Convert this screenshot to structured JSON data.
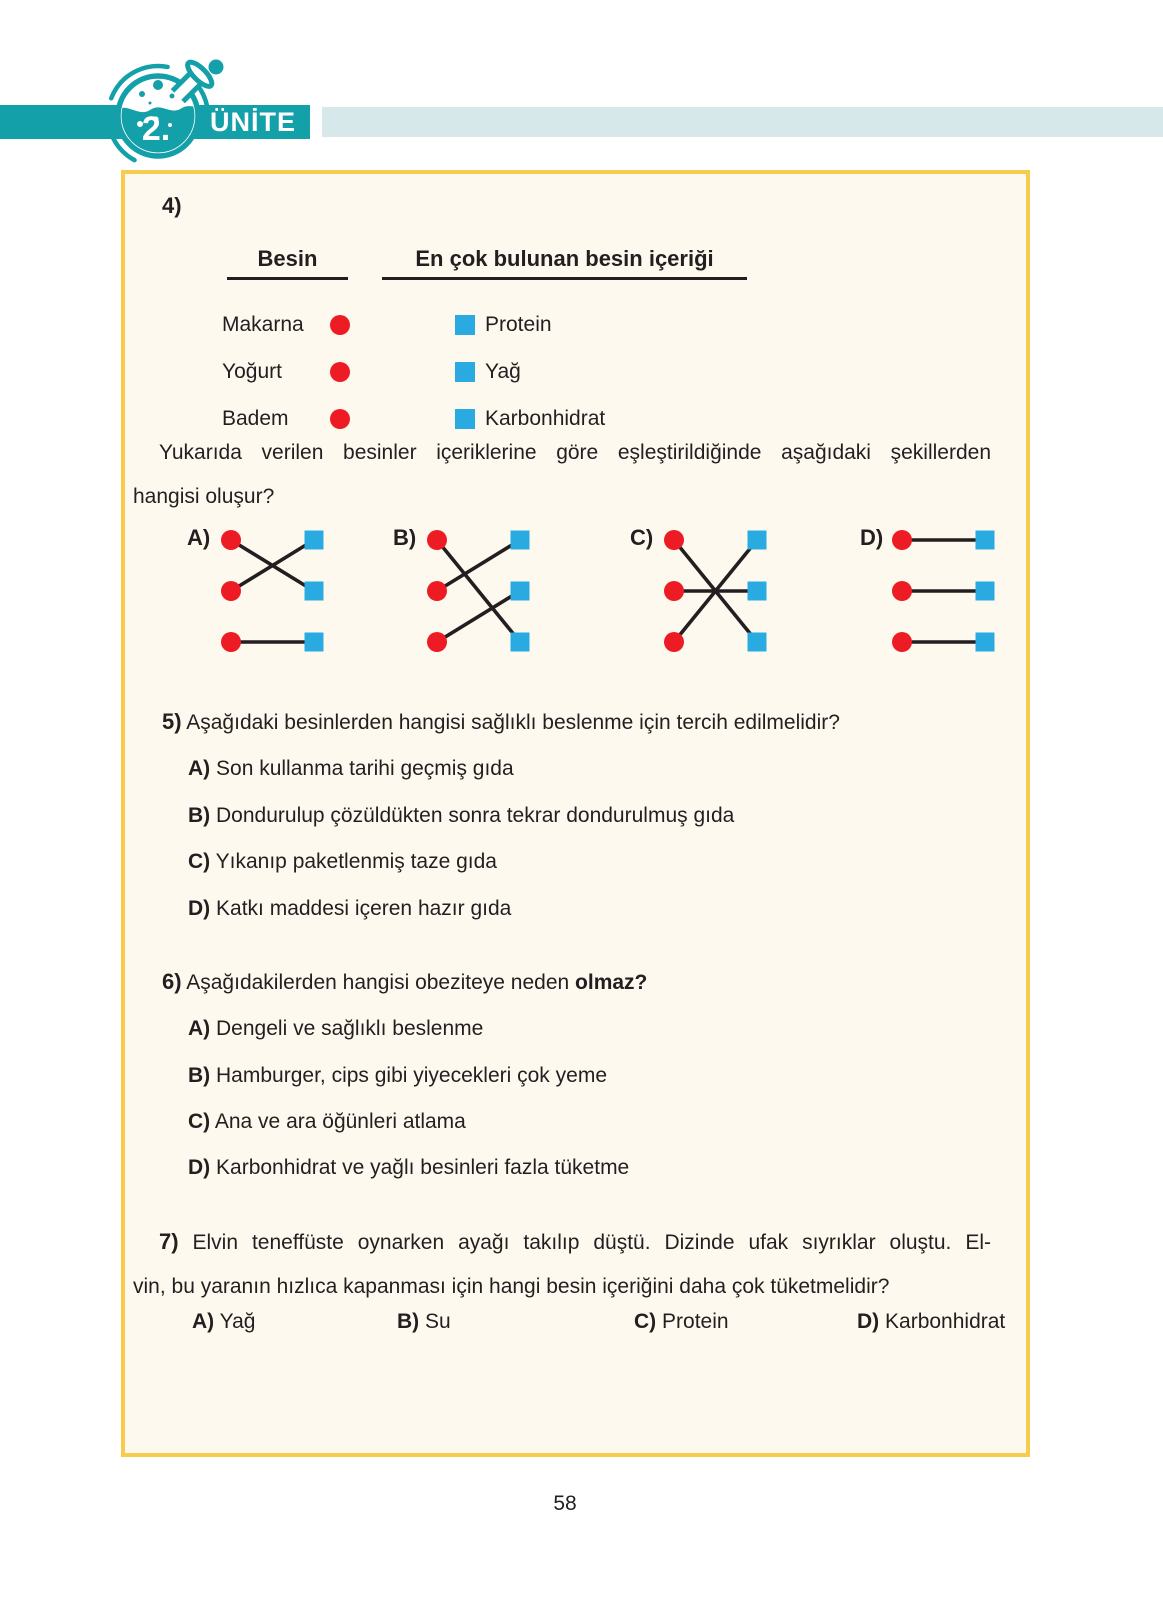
{
  "colors": {
    "teal": "#14a0a8",
    "teal_light": "#d6e8e9",
    "box_border": "#f7cb4e",
    "box_bg": "#fdf9ef",
    "red_dot": "#ed1c24",
    "blue_square": "#29abe2",
    "line": "#231f20",
    "text": "#231f20"
  },
  "header": {
    "unit_number": "2.",
    "unit_label": "ÜNİTE",
    "icon": "flask-icon"
  },
  "question4": {
    "number_label": "4)",
    "table": {
      "col1_header": "Besin",
      "col2_header": "En çok bulunan besin içeriği",
      "left_marker_icon": "red-dot",
      "right_marker_icon": "blue-square",
      "foods": [
        "Makarna",
        "Yoğurt",
        "Badem"
      ],
      "contents": [
        "Protein",
        "Yağ",
        "Karbonhidrat"
      ]
    },
    "prompt_line1": "Yukarıda verilen besinler içeriklerine göre eşleştirildiğinde aşağıdaki şekillerden",
    "prompt_line2": "hangisi oluşur?",
    "options": [
      {
        "label": "A)",
        "pairs": [
          [
            1,
            2
          ],
          [
            2,
            1
          ],
          [
            3,
            3
          ]
        ]
      },
      {
        "label": "B)",
        "pairs": [
          [
            1,
            3
          ],
          [
            2,
            1
          ],
          [
            3,
            2
          ]
        ]
      },
      {
        "label": "C)",
        "pairs": [
          [
            1,
            3
          ],
          [
            2,
            2
          ],
          [
            3,
            1
          ]
        ]
      },
      {
        "label": "D)",
        "pairs": [
          [
            1,
            1
          ],
          [
            2,
            2
          ],
          [
            3,
            3
          ]
        ]
      }
    ]
  },
  "question5": {
    "number_label": "5)",
    "prompt": "Aşağıdaki besinlerden hangisi sağlıklı beslenme için tercih edilmelidir?",
    "options": [
      {
        "label": "A)",
        "text": "Son kullanma tarihi geçmiş gıda"
      },
      {
        "label": "B)",
        "text": "Dondurulup çözüldükten sonra tekrar dondurulmuş gıda"
      },
      {
        "label": "C)",
        "text": "Yıkanıp paketlenmiş taze gıda"
      },
      {
        "label": "D)",
        "text": "Katkı maddesi içeren hazır gıda"
      }
    ]
  },
  "question6": {
    "number_label": "6)",
    "prompt_regular": "Aşağıdakilerden hangisi obeziteye neden ",
    "prompt_bold": "olmaz?",
    "options": [
      {
        "label": "A)",
        "text": "Dengeli ve sağlıklı beslenme"
      },
      {
        "label": "B)",
        "text": "Hamburger, cips gibi yiyecekleri çok yeme"
      },
      {
        "label": "C)",
        "text": "Ana ve ara öğünleri atlama"
      },
      {
        "label": "D)",
        "text": "Karbonhidrat ve yağlı besinleri fazla tüketme"
      }
    ]
  },
  "question7": {
    "number_label": "7)",
    "prompt_line1": "Elvin teneffüste oynarken ayağı takılıp düştü. Dizinde ufak sıyrıklar oluştu. El-",
    "prompt_line2": "vin, bu yaranın hızlıca kapanması için hangi besin içeriğini daha çok tüketmelidir?",
    "options": [
      {
        "label": "A)",
        "text": "Yağ"
      },
      {
        "label": "B)",
        "text": "Su"
      },
      {
        "label": "C)",
        "text": "Protein"
      },
      {
        "label": "D)",
        "text": "Karbonhidrat"
      }
    ]
  },
  "footer": {
    "page_number": "58"
  }
}
